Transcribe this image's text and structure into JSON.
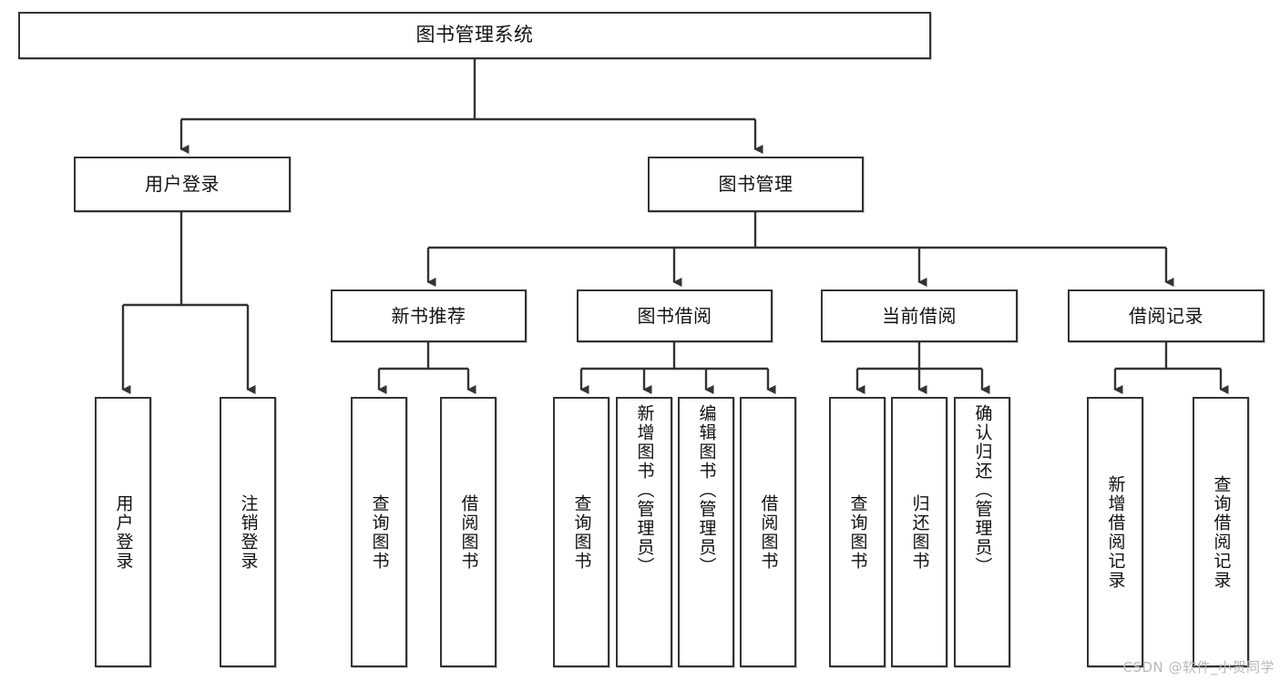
{
  "diagram": {
    "type": "tree-hierarchy",
    "title": "图书管理系统",
    "root": {
      "id": "root",
      "label": "图书管理系统",
      "orientation": "horizontal"
    },
    "level1": [
      {
        "id": "user-login",
        "label": "用户登录",
        "orientation": "horizontal"
      },
      {
        "id": "book-manage",
        "label": "图书管理",
        "orientation": "horizontal"
      }
    ],
    "level2": [
      {
        "id": "new-book-recommend",
        "label": "新书推荐",
        "orientation": "horizontal",
        "parent": "book-manage"
      },
      {
        "id": "book-borrow",
        "label": "图书借阅",
        "orientation": "horizontal",
        "parent": "book-manage"
      },
      {
        "id": "current-borrow",
        "label": "当前借阅",
        "orientation": "horizontal",
        "parent": "book-manage"
      },
      {
        "id": "borrow-record",
        "label": "借阅记录",
        "orientation": "horizontal",
        "parent": "book-manage"
      }
    ],
    "leaves": {
      "user_login": [
        {
          "id": "leaf-user-login",
          "label": "用户登录",
          "orientation": "vertical"
        },
        {
          "id": "leaf-logout-login",
          "label": "注销登录",
          "orientation": "vertical"
        }
      ],
      "new_book_recommend": [
        {
          "id": "leaf-query-book-1",
          "label": "查询图书",
          "orientation": "vertical"
        },
        {
          "id": "leaf-borrow-book-1",
          "label": "借阅图书",
          "orientation": "vertical"
        }
      ],
      "book_borrow": [
        {
          "id": "leaf-query-book-2",
          "label": "查询图书",
          "orientation": "vertical"
        },
        {
          "id": "leaf-add-book",
          "label": "新增图书（管理员）",
          "orientation": "vertical"
        },
        {
          "id": "leaf-edit-book",
          "label": "编辑图书（管理员）",
          "orientation": "vertical"
        },
        {
          "id": "leaf-borrow-book-2",
          "label": "借阅图书",
          "orientation": "vertical"
        }
      ],
      "current_borrow": [
        {
          "id": "leaf-query-book-3",
          "label": "查询图书",
          "orientation": "vertical"
        },
        {
          "id": "leaf-return-book",
          "label": "归还图书",
          "orientation": "vertical"
        },
        {
          "id": "leaf-confirm-return",
          "label": "确认归还（管理员）",
          "orientation": "vertical"
        }
      ],
      "borrow_record": [
        {
          "id": "leaf-add-record",
          "label": "新增借阅记录",
          "orientation": "vertical"
        },
        {
          "id": "leaf-query-record",
          "label": "查询借阅记录",
          "orientation": "vertical"
        }
      ]
    },
    "watermark": "CSDN @软件_小贺同学",
    "colors": {
      "stroke": "#333333",
      "box_fill": "#ffffff",
      "text": "#111111",
      "background": "#ffffff",
      "watermark": "#b9b9b9"
    }
  }
}
